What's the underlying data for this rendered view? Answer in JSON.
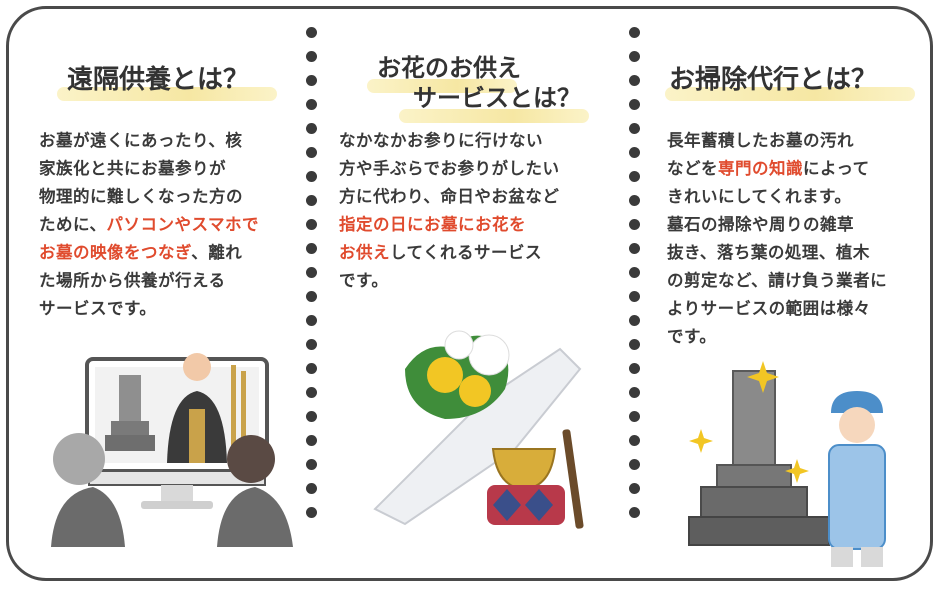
{
  "section1": {
    "title": "遠隔供養とは？",
    "lines": [
      "お墓が遠くにあったり、核",
      "家族化と共にお墓参りが",
      "物理的に難しくなった方の"
    ],
    "line4_pre": "ために、",
    "line4_hl": "パソコンやスマホで",
    "line5_hl": "お墓の映像をつなぎ",
    "line5_post": "、離れ",
    "line6": "た場所から供養が行える",
    "line7": "サービスです。"
  },
  "section2": {
    "title_line1": "お花のお供え",
    "title_line2": "サービスとは？",
    "lines": [
      "なかなかお参りに行けない",
      "方や手ぶらでお参りがしたい",
      "方に代わり、命日やお盆など"
    ],
    "line4_hl": "指定の日にお墓にお花を",
    "line5_hl": "お供え",
    "line5_post": "してくれるサービス",
    "line6": "です。"
  },
  "section3": {
    "title": "お掃除代行とは？",
    "line1": "長年蓄積したお墓の汚れ",
    "line2_pre": "などを",
    "line2_hl": "専門の知識",
    "line2_post": "によって",
    "line3": "きれいにしてくれます。",
    "lines_b": [
      "墓石の掃除や周りの雑草",
      "抜き、落ち葉の処理、植木",
      "の剪定など、請け負う業者に",
      "よりサービスの範囲は様々",
      "です。"
    ]
  },
  "colors": {
    "accent_red": "#e04b2e",
    "text": "#3a3a3a",
    "title_highlight": "#f6e7a3",
    "border": "#4a4a4a"
  },
  "icons": [
    "monitor-icon",
    "monk-icon",
    "gravestone-icon",
    "bouquet-icon",
    "singing-bowl-icon",
    "sparkle-icon",
    "cleaning-worker-icon"
  ]
}
